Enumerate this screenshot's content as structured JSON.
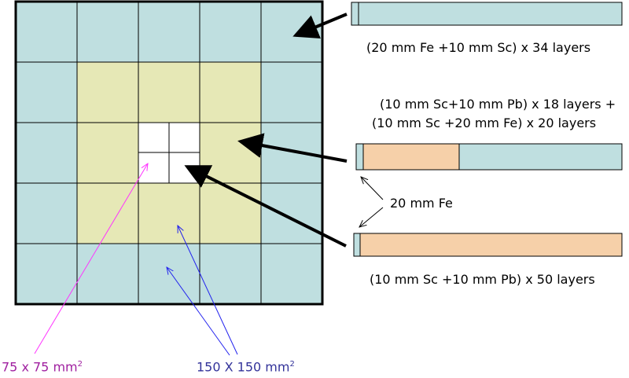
{
  "colors": {
    "cyan": "#bfdfe0",
    "olive": "#e6e8b6",
    "orange": "#f6d0a9",
    "white": "#ffffff",
    "magenta": "#ff33ff",
    "blue": "#2222ee",
    "label_blue": "#33339a",
    "label_magenta": "#a020a0"
  },
  "labels": {
    "module1": "(20 mm Fe +10 mm Sc) x 34 layers",
    "module2_line1": "(10 mm Sc+10 mm Pb) x 18 layers +",
    "module2_line2": "(10 mm Sc +20 mm Fe) x 20 layers",
    "fe": "20 mm Fe",
    "module3": "(10 mm Sc +10 mm Pb) x 50 layers",
    "small_cell_text": "75 x 75 mm",
    "small_cell_sup": "2",
    "large_cell_text": "150 X 150 mm",
    "large_cell_sup": "2"
  }
}
